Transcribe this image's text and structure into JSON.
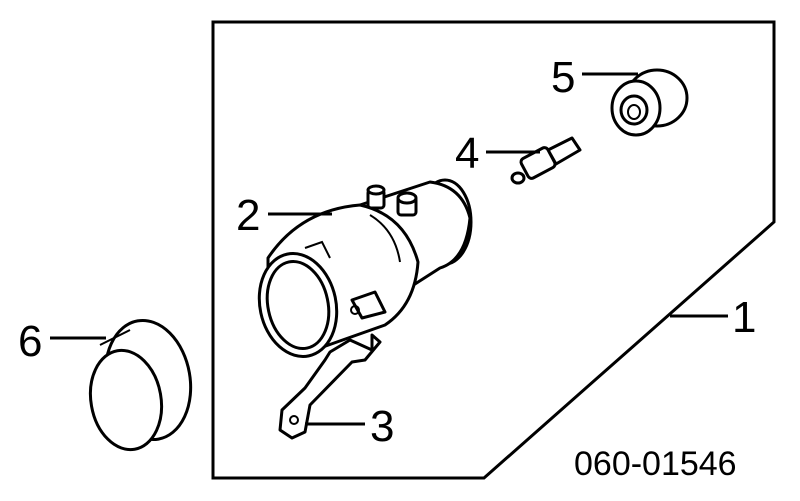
{
  "diagram": {
    "callouts": [
      "1",
      "2",
      "3",
      "4",
      "5",
      "6"
    ],
    "part_number": "060-01546"
  }
}
